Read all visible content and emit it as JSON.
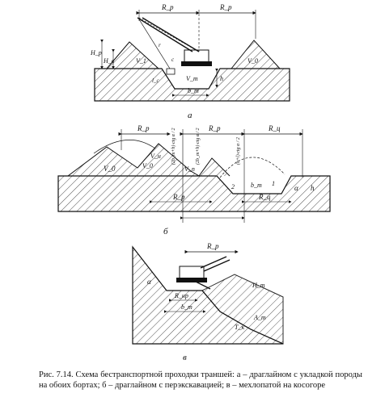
{
  "figure": {
    "panel_a": {
      "label": "а",
      "dims": [
        "R_р",
        "R_р"
      ],
      "labels": [
        "H_р",
        "H_в",
        "V_1",
        "V_0",
        "V_т",
        "h",
        "b_т",
        "l_с",
        "r",
        "c"
      ]
    },
    "panel_b": {
      "label": "б",
      "dims": [
        "R_р",
        "R_р",
        "R_ц",
        "R_р",
        "R_ц"
      ],
      "labels": [
        "V_0",
        "V_0",
        "V_п",
        "V_н",
        "2",
        "b_т",
        "1",
        "α",
        "h"
      ],
      "rot_labels": [
        "(2b_т+h)·ctg α / 2",
        "(2b_т+h)·ctg α / 2",
        "(h+l)·ctg α / 2"
      ]
    },
    "panel_c": {
      "label": "в",
      "dims": [
        "R_р",
        "R_нр",
        "b_т"
      ],
      "labels": [
        "α",
        "H_т",
        "T_к",
        "A_т"
      ]
    }
  },
  "caption": {
    "text": "Рис. 7.14. Схема бестранспортной проходки траншей: а – драглайном с укладкой породы на обоих бортах; б – драглайном с перэкскавацией; в – мехлопатой на косогоре"
  }
}
